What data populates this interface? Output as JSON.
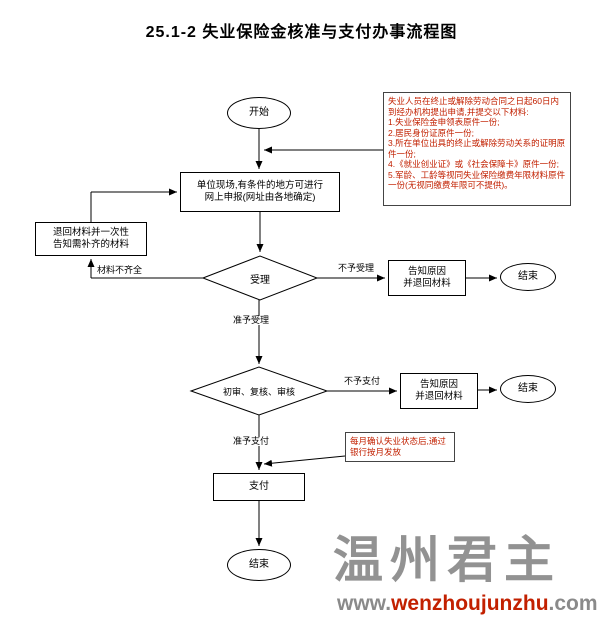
{
  "title": "25.1-2 失业保险金核准与支付办事流程图",
  "colors": {
    "line": "#000000",
    "note_text": "#c22000",
    "watermark_gray": "#737373",
    "watermark_accent": "#c22000"
  },
  "flow": {
    "start": "开始",
    "apply_box": "单位现场,有条件的地方可进行\n网上申报(网址由各地确定)",
    "return_box": "退回材料并一次性\n告知需补齐的材料",
    "accept_diamond": "受理",
    "review_diamond": "初审、复核、审核",
    "notify_box_1": "告知原因\n并退回材料",
    "notify_box_2": "告知原因\n并退回材料",
    "pay_box": "支付",
    "end_1": "结束",
    "end_2": "结束",
    "end_3": "结束",
    "label_incomplete": "材料不齐全",
    "label_reject_accept": "不予受理",
    "label_grant_accept": "准予受理",
    "label_reject_pay": "不予支付",
    "label_grant_pay": "准予支付"
  },
  "notes": {
    "materials": "失业人员在终止或解除劳动合同之日起60日内到经办机构提出申请,并提交以下材料:\n1.失业保险金申领表原件一份;\n2.居民身份证原件一份;\n3.所在单位出具的终止或解除劳动关系的证明原件一份;\n4.《就业创业证》或《社会保障卡》原件一份;\n5.军龄、工龄等视同失业保险缴费年限材料原件一份(无视同缴费年限可不提供)。",
    "monthly": "每月确认失业状态后,通过银行按月发放"
  },
  "watermark": {
    "text": "温州君主",
    "url_www": "www.",
    "url_name": "wenzhoujunzhu",
    "url_tld": ".com"
  }
}
